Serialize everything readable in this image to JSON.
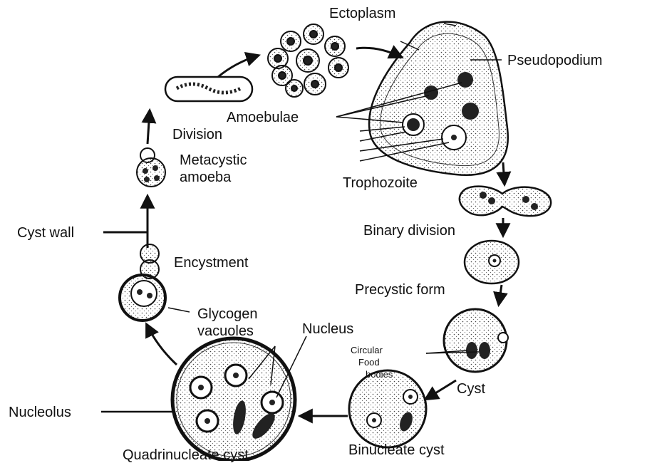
{
  "labels": {
    "ectoplasm": "Ectoplasm",
    "pseudopodium": "Pseudopodium",
    "amoebulae": "Amoebulae",
    "division": "Division",
    "metacystic_amoeba_1": "Metacystic",
    "metacystic_amoeba_2": "amoeba",
    "trophozoite": "Trophozoite",
    "binary_division": "Binary division",
    "precystic_form": "Precystic form",
    "cyst_wall": "Cyst wall",
    "encystment": "Encystment",
    "glycogen_vacuoles_1": "Glycogen",
    "glycogen_vacuoles_2": "vacuoles",
    "nucleus": "Nucleus",
    "circular_1": "Circular",
    "circular_2": "Food",
    "circular_3": "bodies",
    "cyst": "Cyst",
    "nucleolus": "Nucleolus",
    "binucleate_cyst": "Binucleate cyst",
    "quadrinucleate_cyst": "Quadrinucleate cyst"
  }
}
